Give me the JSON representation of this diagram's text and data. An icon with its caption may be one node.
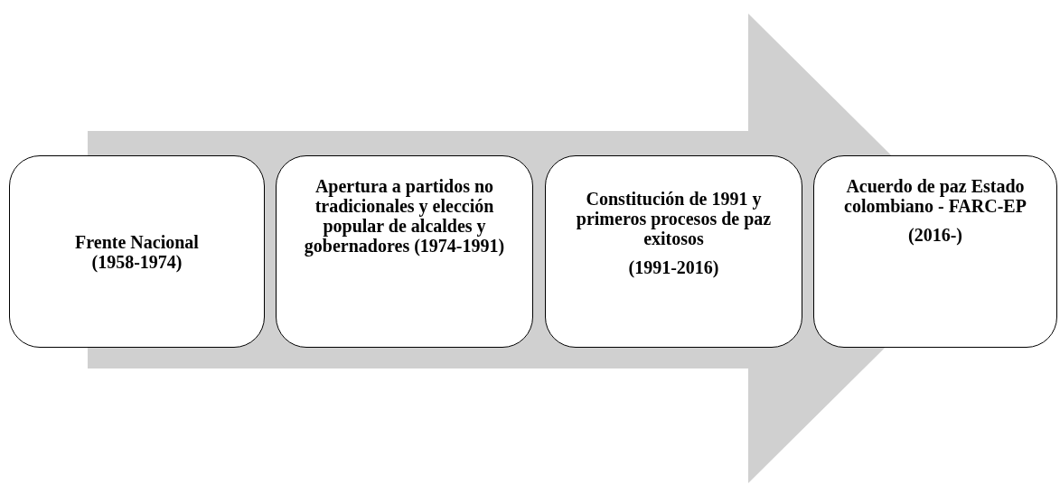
{
  "diagram": {
    "nodes": [
      {
        "text": [
          "Frente Nacional (1958-1974)"
        ]
      },
      {
        "text": [
          "Apertura a partidos no tradicionales y elección popular de alcaldes y gobernadores (1974-1991)"
        ]
      },
      {
        "text": [
          "Constitución de 1991 y primeros procesos de paz exitosos",
          "(1991-2016)"
        ]
      },
      {
        "text": [
          "Acuerdo de paz Estado colombiano - FARC-EP",
          "(2016-)"
        ]
      }
    ],
    "edges": [
      {
        "from": 0,
        "to": 3,
        "arrow": "to"
      }
    ]
  }
}
